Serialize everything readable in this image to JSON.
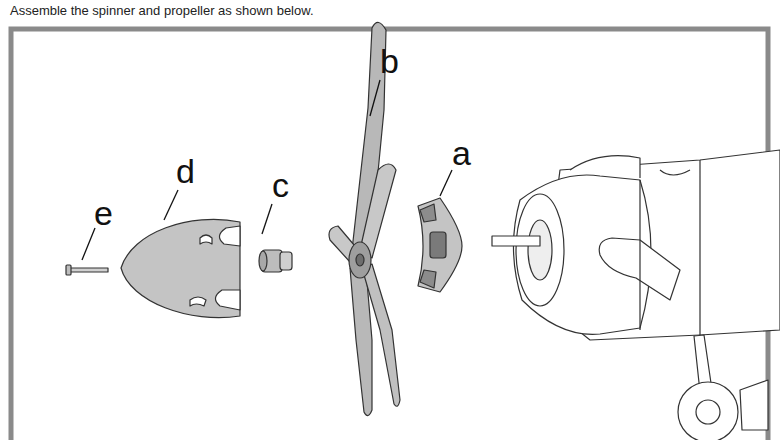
{
  "diagram": {
    "title": "Assemble the spinner and propeller as shown below.",
    "labels": [
      "b",
      "a",
      "d",
      "c",
      "e"
    ]
  }
}
